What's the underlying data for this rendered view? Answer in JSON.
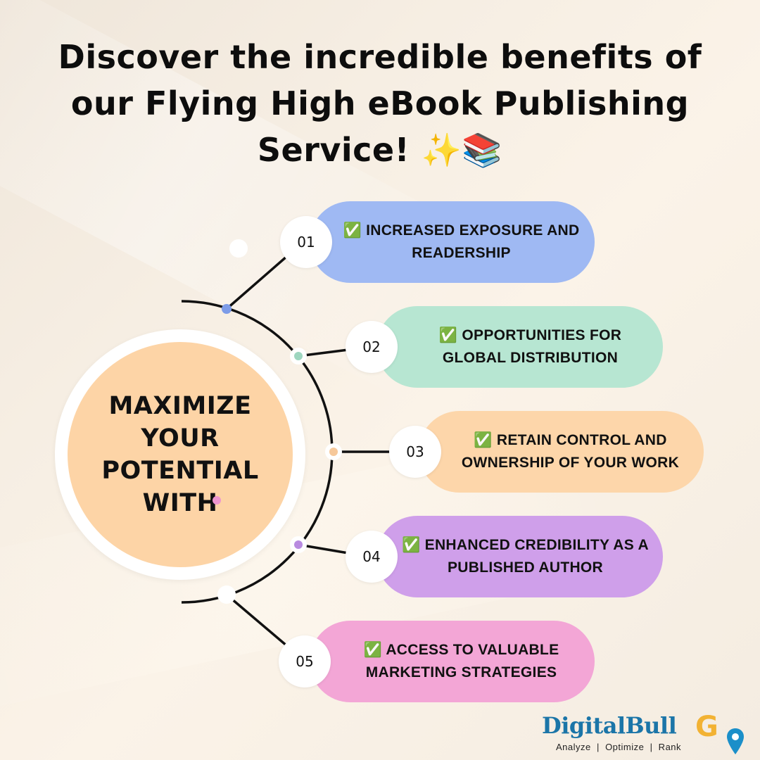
{
  "title": "Discover the incredible benefits of our Flying High eBook Publishing Service! ✨📚",
  "center": {
    "text": "MAXIMIZE YOUR POTENTIAL WITH"
  },
  "items": [
    {
      "number": "01",
      "text": "✅ INCREASED EXPOSURE AND READERSHIP",
      "color": "#9fb9f3",
      "dot": "#7d9ce8"
    },
    {
      "number": "02",
      "text": "✅ OPPORTUNITIES FOR GLOBAL DISTRIBUTION",
      "color": "#b7e6d2",
      "dot": "#9ed6bf"
    },
    {
      "number": "03",
      "text": "✅ RETAIN CONTROL AND OWNERSHIP OF YOUR WORK",
      "color": "#fdd6aa",
      "dot": "#f6c89a"
    },
    {
      "number": "04",
      "text": "✅ ENHANCED CREDIBILITY AS A PUBLISHED AUTHOR",
      "color": "#cf9fea",
      "dot": "#b98be0"
    },
    {
      "number": "05",
      "text": "✅ ACCESS TO VALUABLE MARKETING STRATEGIES",
      "color": "#f3a6d6",
      "dot": "#ee96cf"
    }
  ],
  "brand": {
    "name": "DigitalBull",
    "g_letter": "G",
    "tagline": "Analyze  |  Optimize  |  Rank",
    "colors": {
      "name": "#1b75a8",
      "g": "#f2b233",
      "pin": "#1b8fc9"
    }
  }
}
